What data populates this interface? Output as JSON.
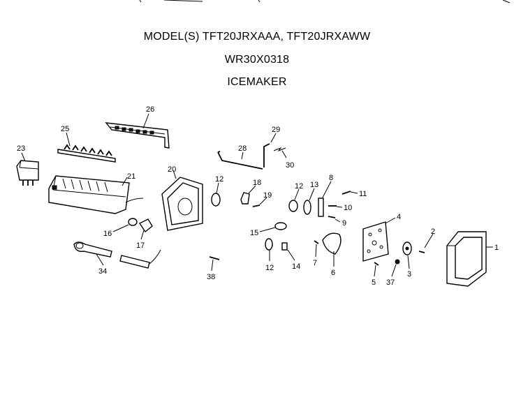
{
  "header": {
    "model_line": "MODEL(S) TFT20JRXAAA, TFT20JRXAWW",
    "part_number": "WR30X0318",
    "assembly_name": "ICEMAKER"
  },
  "callouts": {
    "c1": "1",
    "c2": "2",
    "c3": "3",
    "c4": "4",
    "c5": "5",
    "c6": "6",
    "c7": "7",
    "c8": "8",
    "c9": "9",
    "c10": "10",
    "c11": "11",
    "c12a": "12",
    "c12b": "12",
    "c12c": "12",
    "c13": "13",
    "c14": "14",
    "c15": "15",
    "c16": "16",
    "c17": "17",
    "c18": "18",
    "c19": "19",
    "c20": "20",
    "c21": "21",
    "c23": "23",
    "c25": "25",
    "c26": "26",
    "c28": "28",
    "c29": "29",
    "c30": "30",
    "c34": "34",
    "c37": "37",
    "c38": "38"
  }
}
